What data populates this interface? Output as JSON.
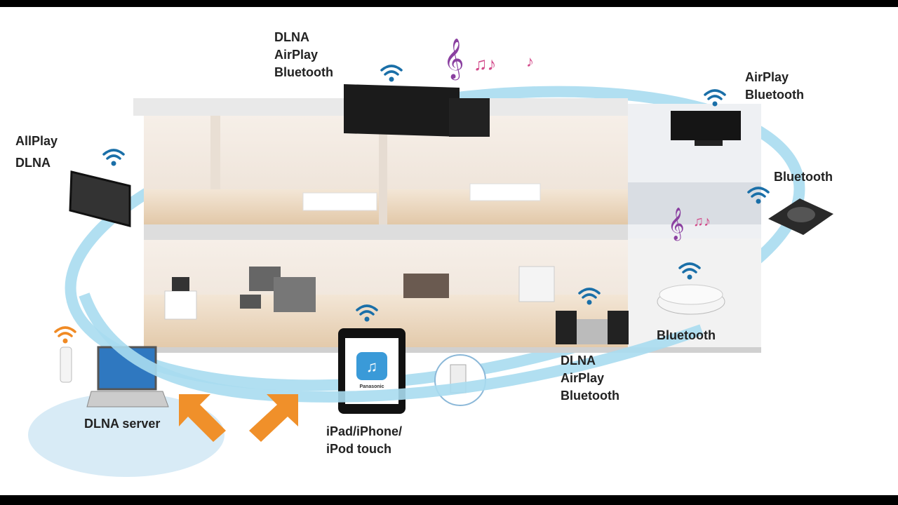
{
  "labels": {
    "top_center": [
      "DLNA",
      "AirPlay",
      "Bluetooth"
    ],
    "top_right": [
      "AirPlay",
      "Bluetooth"
    ],
    "left": [
      "AllPlay",
      "DLNA"
    ],
    "right": "Bluetooth",
    "robot": "Bluetooth",
    "stereo": [
      "DLNA",
      "AirPlay",
      "Bluetooth"
    ],
    "laptop": "DLNA server",
    "tablet": [
      "iPad/iPhone/",
      "iPod touch"
    ],
    "tablet_brand": "Panasonic"
  },
  "colors": {
    "ring": "#7cc8e8",
    "wifi": "#1a6fa8",
    "wifi_router": "#f08a24",
    "arrow": "#f0902a"
  }
}
